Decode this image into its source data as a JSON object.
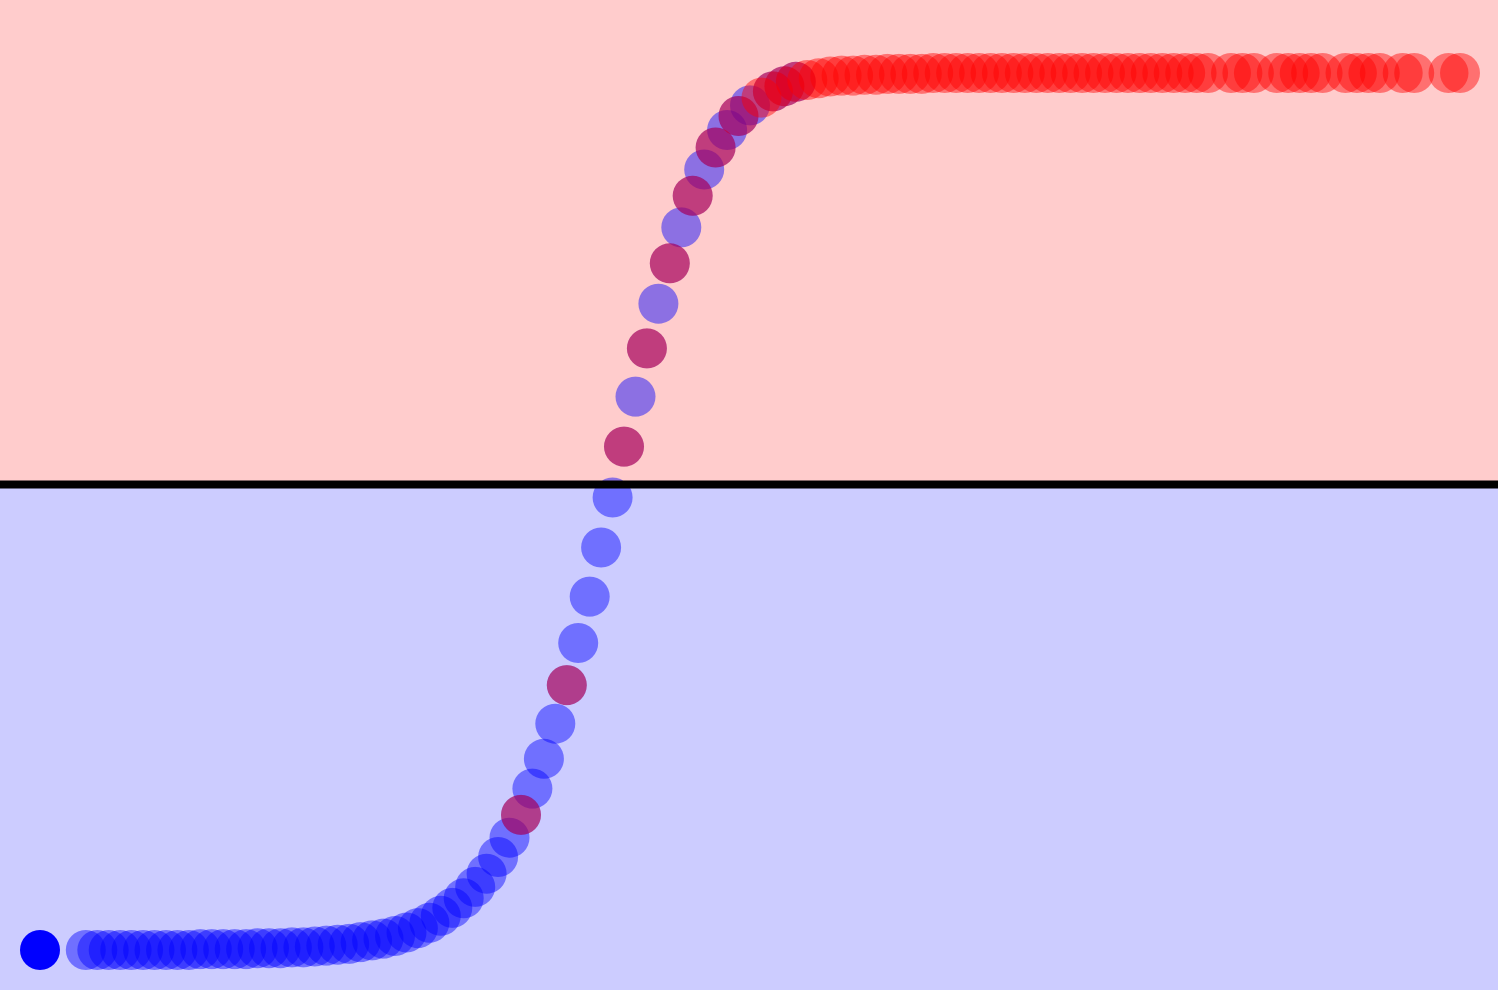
{
  "chart_data": {
    "type": "scatter",
    "title": "",
    "xlabel": "",
    "ylabel": "",
    "xlim": [
      -3.3,
      3.3
    ],
    "ylim": [
      -0.05,
      1.05
    ],
    "grid": false,
    "legend": "none",
    "threshold": 0.5,
    "region_colors": {
      "above": "#ffcccc",
      "below": "#ccccff"
    },
    "threshold_line_color": "#000000",
    "series": [
      {
        "color": "#0000ff",
        "x": [
          -3.1,
          -2.9,
          -2.85,
          -2.8,
          -2.75,
          -2.7,
          -2.65,
          -2.6,
          -2.55,
          -2.5,
          -2.45,
          -2.4,
          -2.35,
          -2.3,
          -2.25,
          -2.2,
          -2.15,
          -2.1,
          -2.05,
          -2.0,
          -1.95,
          -1.9,
          -1.85,
          -1.8,
          -1.75,
          -1.7,
          -1.65,
          -1.6,
          -1.55,
          -1.5,
          -1.45,
          -1.4,
          -1.35,
          -1.3,
          -1.25,
          -1.2,
          -1.15,
          -1.1,
          -1.05,
          -1.0,
          -0.95,
          -0.9,
          -0.85,
          -0.8,
          -0.75,
          -0.7,
          -0.65,
          -0.6,
          -0.55,
          -0.5,
          -0.45,
          -0.4,
          -0.35,
          -0.3,
          -0.25,
          -0.2,
          -0.15,
          -0.1,
          -0.05,
          0.0,
          0.1,
          0.15,
          0.2
        ],
        "y": [
          0.0,
          0.0,
          0.0,
          0.0,
          0.0,
          0.0,
          0.0,
          0.0,
          0.0,
          0.0,
          0.0,
          0.001,
          0.001,
          0.001,
          0.001,
          0.001,
          0.002,
          0.002,
          0.002,
          0.003,
          0.003,
          0.004,
          0.005,
          0.006,
          0.007,
          0.009,
          0.011,
          0.013,
          0.016,
          0.02,
          0.025,
          0.031,
          0.039,
          0.048,
          0.059,
          0.072,
          0.087,
          0.106,
          0.128,
          0.154,
          0.184,
          0.218,
          0.258,
          0.302,
          0.35,
          0.403,
          0.459,
          0.516,
          0.574,
          0.631,
          0.686,
          0.737,
          0.783,
          0.824,
          0.86,
          0.89,
          0.915,
          0.935,
          0.951,
          0.963,
          0.979,
          0.985,
          0.99
        ]
      },
      {
        "color": "#ff0000",
        "x": [
          -1.0,
          -0.8,
          -0.55,
          -0.45,
          -0.35,
          -0.25,
          -0.15,
          -0.05,
          0.05,
          0.1,
          0.15,
          0.2,
          0.25,
          0.3,
          0.35,
          0.4,
          0.45,
          0.5,
          0.55,
          0.6,
          0.65,
          0.7,
          0.75,
          0.8,
          0.85,
          0.9,
          0.95,
          1.0,
          1.05,
          1.1,
          1.15,
          1.2,
          1.25,
          1.3,
          1.35,
          1.4,
          1.45,
          1.5,
          1.55,
          1.6,
          1.65,
          1.7,
          1.75,
          1.8,
          1.85,
          1.9,
          1.95,
          2.0,
          2.1,
          2.15,
          2.2,
          2.3,
          2.35,
          2.4,
          2.45,
          2.5,
          2.6,
          2.65,
          2.7,
          2.75,
          2.85,
          2.9,
          3.05,
          3.1
        ],
        "y": [
          0.154,
          0.302,
          0.574,
          0.686,
          0.783,
          0.86,
          0.915,
          0.951,
          0.972,
          0.979,
          0.985,
          0.99,
          0.992,
          0.994,
          0.996,
          0.997,
          0.997,
          0.998,
          0.998,
          0.999,
          0.999,
          0.999,
          0.999,
          1.0,
          1.0,
          1.0,
          1.0,
          1.0,
          1.0,
          1.0,
          1.0,
          1.0,
          1.0,
          1.0,
          1.0,
          1.0,
          1.0,
          1.0,
          1.0,
          1.0,
          1.0,
          1.0,
          1.0,
          1.0,
          1.0,
          1.0,
          1.0,
          1.0,
          1.0,
          1.0,
          1.0,
          1.0,
          1.0,
          1.0,
          1.0,
          1.0,
          1.0,
          1.0,
          1.0,
          1.0,
          1.0,
          1.0,
          1.0,
          1.0
        ]
      }
    ]
  }
}
